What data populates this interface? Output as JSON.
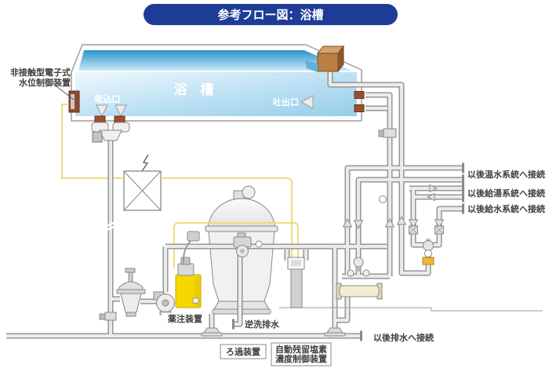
{
  "title": "参考フロー図：浴槽",
  "bathtub": {
    "name_label": "浴 槽",
    "suction_label": "吸込口",
    "discharge_label": "吐出口"
  },
  "devices": {
    "water_level_controller_line1": "非接触型電子式",
    "water_level_controller_line2": "水位制御装置",
    "chemical_injection": "薬注装置",
    "filter": "ろ過装置",
    "chlorine_controller_line1": "自動残留塩素",
    "chlorine_controller_line2": "濃度制御装置"
  },
  "connections": {
    "hot_water_system": "以後温水系統へ接続",
    "hot_supply_system": "以後給湯系統へ接続",
    "water_supply_system": "以後給水系統へ接続",
    "backwash_drain": "逆洗排水",
    "drain": "以後排水へ接続"
  },
  "colors": {
    "title_bg": "#1e3c96",
    "water_blue": "#8fc9e8",
    "signal_yellow": "#ecd96b",
    "tank_yellow": "#f6d800",
    "fitting_brown": "#9b4f2b"
  }
}
